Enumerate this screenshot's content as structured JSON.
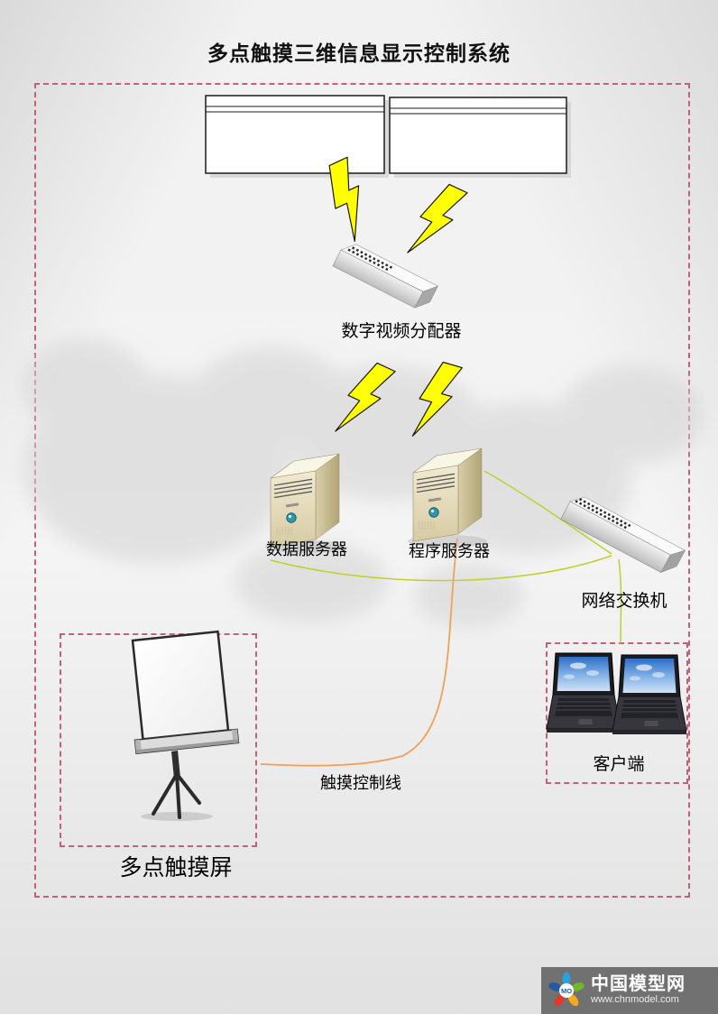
{
  "title": "多点触摸三维信息显示控制系统",
  "labels": {
    "video_distributor": "数字视频分配器",
    "data_server": "数据服务器",
    "app_server": "程序服务器",
    "network_switch": "网络交换机",
    "client": "客户端",
    "touch_control_line": "触摸控制线",
    "multitouch_screen": "多点触摸屏"
  },
  "connections": [
    {
      "from": "display-screen-left",
      "to": "video_distributor",
      "style": "lightning"
    },
    {
      "from": "display-screen-right",
      "to": "video_distributor",
      "style": "lightning"
    },
    {
      "from": "video_distributor",
      "to": "data_server",
      "style": "lightning"
    },
    {
      "from": "video_distributor",
      "to": "app_server",
      "style": "lightning"
    },
    {
      "from": "app_server",
      "to": "network_switch",
      "style": "network-cable"
    },
    {
      "from": "network_switch",
      "to": "data_server",
      "style": "network-cable"
    },
    {
      "from": "network_switch",
      "to": "client",
      "style": "network-cable"
    },
    {
      "from": "app_server",
      "to": "multitouch_screen",
      "style": "touch-cable",
      "label": "触摸控制线"
    }
  ],
  "watermark": {
    "logo_text": "MO",
    "site_name": "中国模型网",
    "site_url": "www.chnmodel.com"
  },
  "colors": {
    "dashed_border": "#c4607a",
    "lightning": "#ffff00",
    "touch_cable": "#f0a058",
    "network_cable": "#bfd02a",
    "server_body": "#e9e0c2",
    "watermark_bar_bg": "#717171",
    "title_text": "#111111"
  }
}
